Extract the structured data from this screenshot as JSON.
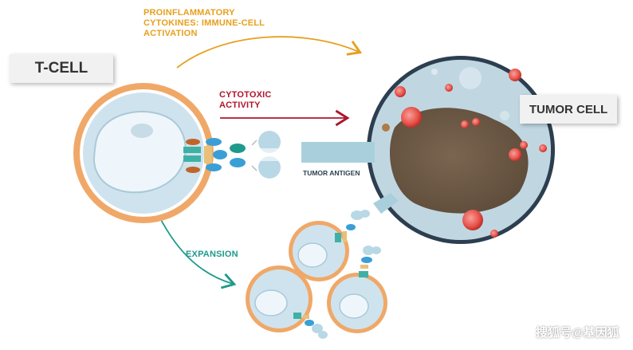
{
  "labels": {
    "t_cell": "T-CELL",
    "tumor_cell": "TUMOR CELL",
    "cytokines": "PROINFLAMMATORY CYTOKINES: IMMUNE-CELL ACTIVATION",
    "cytotoxic": "CYTOTOXIC ACTIVITY",
    "expansion": "EXPANSION",
    "tumor_antigen": "TUMOR ANTIGEN"
  },
  "watermark": "搜狐号@基因狐",
  "colors": {
    "cytokines_arrow": "#e6a01d",
    "cytotoxic_arrow": "#b0142c",
    "expansion_arrow": "#1d9a8c",
    "cell_membrane": "#f0a868",
    "cell_body": "#cfe3ee",
    "nucleus": "#eef6fb",
    "tumor_membrane": "#2c3e50",
    "tumor_nucleus": "#6b5a47",
    "red_vesicle": "#e8524a"
  },
  "icons": [
    "receptor-icon",
    "antibody-icon",
    "antigen-icon"
  ]
}
